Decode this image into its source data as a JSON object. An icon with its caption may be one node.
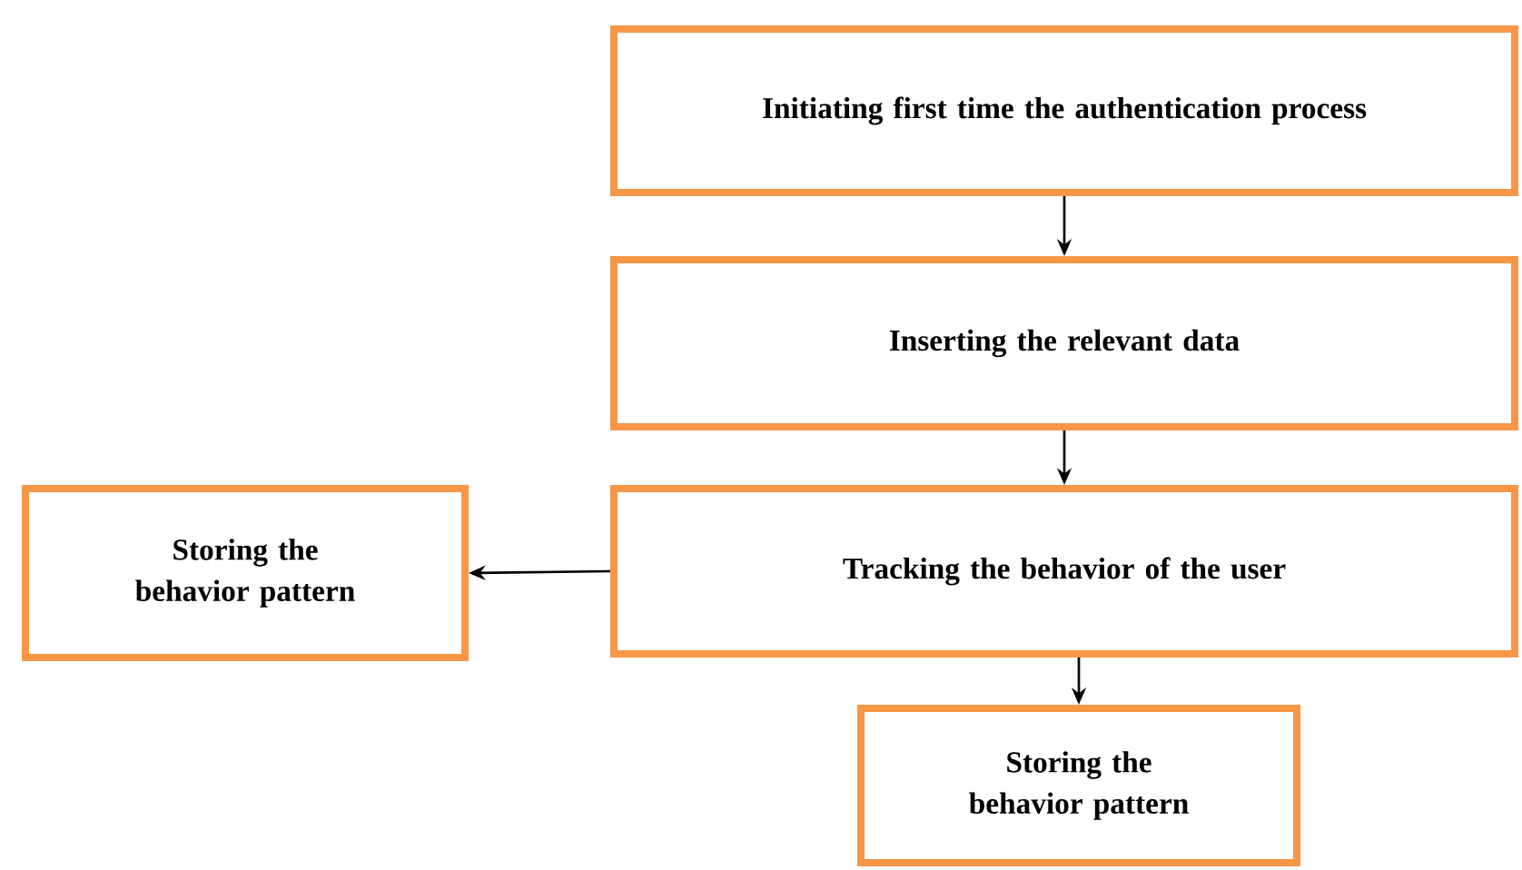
{
  "diagram": {
    "nodes": [
      {
        "text": [
          "Initiating first time the authentication process"
        ]
      },
      {
        "text": [
          "Inserting the relevant data"
        ]
      },
      {
        "text": [
          "Tracking the behavior of the user"
        ]
      },
      {
        "text": [
          "Storing the behavior pattern"
        ]
      },
      {
        "text": [
          "Storing the behavior pattern"
        ]
      }
    ],
    "edges": [
      {
        "from": 0,
        "to": 1,
        "arrow": "to"
      },
      {
        "from": 1,
        "to": 2,
        "arrow": "to"
      },
      {
        "from": 2,
        "to": 3,
        "arrow": "to"
      },
      {
        "from": 2,
        "to": 4,
        "arrow": "to"
      }
    ]
  }
}
